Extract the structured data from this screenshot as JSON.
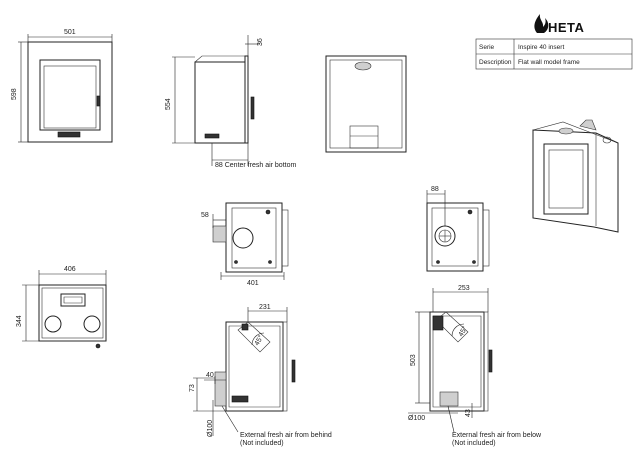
{
  "brand": {
    "name": "HETA"
  },
  "title_block": {
    "rows": [
      {
        "label": "Serie",
        "value": "Inspire 40 insert"
      },
      {
        "label": "Description",
        "value": "Flat wall model frame"
      }
    ]
  },
  "dimensions": {
    "front_width": "501",
    "front_height": "598",
    "side_top_offset": "36",
    "side_height": "554",
    "center_fresh_air_bottom": "88 Center fresh air bottom",
    "back_left_offset": "58",
    "back_width": "401",
    "back_right_offset": "88",
    "top_width": "406",
    "top_depth": "344",
    "section_left_width": "231",
    "section_left_angle": "45°",
    "section_left_offset": "40",
    "section_left_height": "73",
    "section_left_dia": "Ø100",
    "section_right_width": "253",
    "section_right_angle": "45°",
    "section_right_height": "503",
    "section_right_bottom": "43",
    "section_right_dia": "Ø100"
  },
  "notes": {
    "behind_line1": "External fresh air from behind",
    "behind_line2": "(Not included)",
    "below_line1": "External fresh air from below",
    "below_line2": "(Not included)"
  }
}
